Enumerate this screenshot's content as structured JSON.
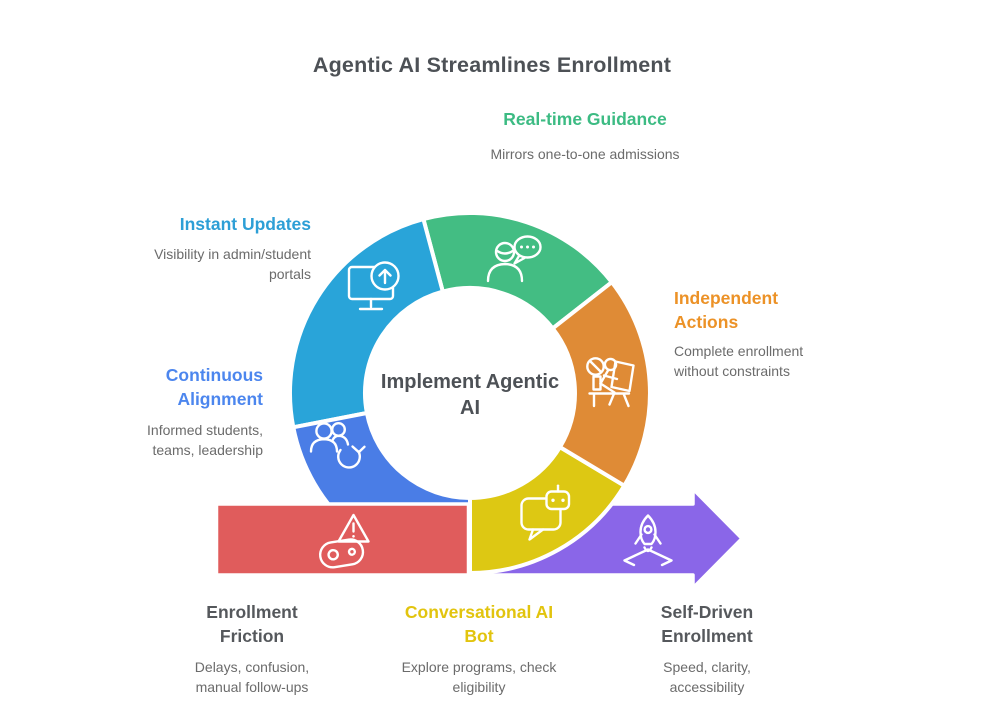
{
  "title": "Agentic AI Streamlines Enrollment",
  "diagram": {
    "center_label": "Implement Agentic AI",
    "type": "cycle-with-flow-arrow",
    "flow_direction": "left-to-right",
    "segments": [
      {
        "id": "instant-updates",
        "color": "#29a4d9",
        "icon": "monitor-upload-icon"
      },
      {
        "id": "real-time-guidance",
        "color": "#43bd83",
        "icon": "person-chat-icon"
      },
      {
        "id": "independent-actions",
        "color": "#df8b36",
        "icon": "person-working-icon"
      },
      {
        "id": "conversational-ai-bot",
        "color": "#ddc813",
        "icon": "chat-bot-icon"
      },
      {
        "id": "continuous-alignment",
        "color": "#4a7de6",
        "icon": "people-sync-icon"
      }
    ],
    "flow_in": {
      "id": "enrollment-friction",
      "color": "#e05c5c",
      "icon": "warning-friction-icon"
    },
    "flow_out": {
      "id": "self-driven-enrollment",
      "color": "#8a66e8",
      "icon": "rocket-launch-icon"
    }
  },
  "colors": {
    "teal": "#29a4d9",
    "green": "#43bd83",
    "orange": "#df8b36",
    "yellow": "#ddc813",
    "blue": "#4a7de6",
    "red": "#e05c5c",
    "purple": "#8a66e8"
  },
  "text_colors": {
    "title": "#4d5156",
    "body": "#6b6b6b",
    "heading_green": "#3cbb83",
    "heading_cyan": "#2d9fd6",
    "heading_orange": "#ec9227",
    "heading_blue": "#4c86ee",
    "heading_yellow": "#e2c40e",
    "heading_dark": "#55585c"
  },
  "callouts": {
    "real_time_guidance": {
      "heading": "Real-time Guidance",
      "body": "Mirrors one-to-one admissions"
    },
    "instant_updates": {
      "heading": "Instant Updates",
      "body": "Visibility in admin/student portals"
    },
    "independent_actions": {
      "heading": "Independent Actions",
      "body": "Complete enrollment without constraints"
    },
    "continuous_alignment": {
      "heading": "Continuous Alignment",
      "body": "Informed students, teams, leadership"
    },
    "enrollment_friction": {
      "heading": "Enrollment Friction",
      "body": "Delays, confusion, manual follow-ups"
    },
    "conversational_ai_bot": {
      "heading": "Conversational AI Bot",
      "body": "Explore programs, check eligibility"
    },
    "self_driven_enrollment": {
      "heading": "Self-Driven Enrollment",
      "body": "Speed, clarity, accessibility"
    }
  }
}
